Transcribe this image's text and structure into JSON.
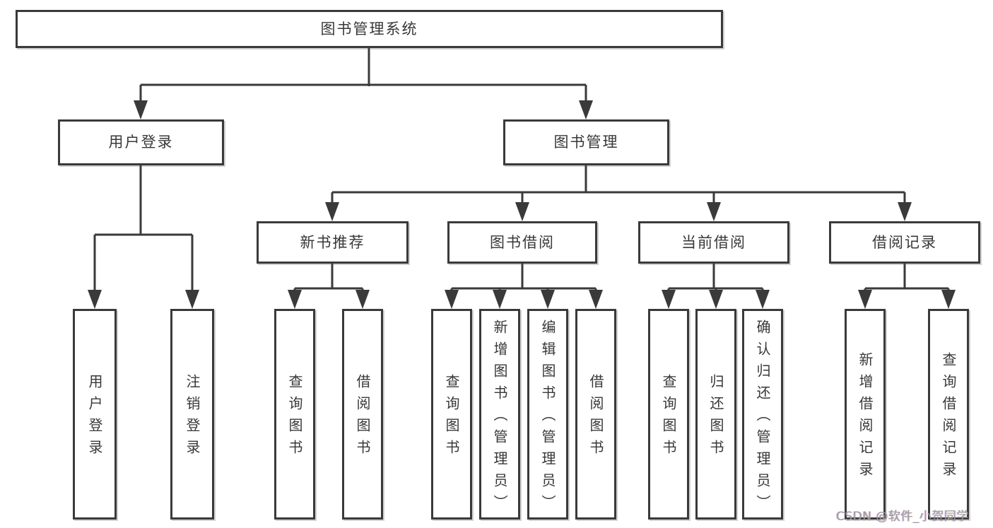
{
  "tree": {
    "label": "图书管理系统",
    "children": [
      {
        "label": "用户登录",
        "children": [
          {
            "label": "用户登录"
          },
          {
            "label": "注销登录"
          }
        ]
      },
      {
        "label": "图书管理",
        "children": [
          {
            "label": "新书推荐",
            "children": [
              {
                "label": "查询图书"
              },
              {
                "label": "借阅图书"
              }
            ]
          },
          {
            "label": "图书借阅",
            "children": [
              {
                "label": "查询图书"
              },
              {
                "label": "新增图书（管理员）"
              },
              {
                "label": "编辑图书（管理员）"
              },
              {
                "label": "借阅图书"
              }
            ]
          },
          {
            "label": "当前借阅",
            "children": [
              {
                "label": "查询图书"
              },
              {
                "label": "归还图书"
              },
              {
                "label": "确认归还（管理员）"
              }
            ]
          },
          {
            "label": "借阅记录",
            "children": [
              {
                "label": "新增借阅记录"
              },
              {
                "label": "查询借阅记录"
              }
            ]
          }
        ]
      }
    ]
  },
  "watermark": {
    "text": "CSDN @软件_小贺同学"
  },
  "colors": {
    "line": "#3a3a3a",
    "box_border": "#3a3a3a",
    "text": "#383838",
    "watermark": "#9c9c9c",
    "background": "#ffffff"
  }
}
